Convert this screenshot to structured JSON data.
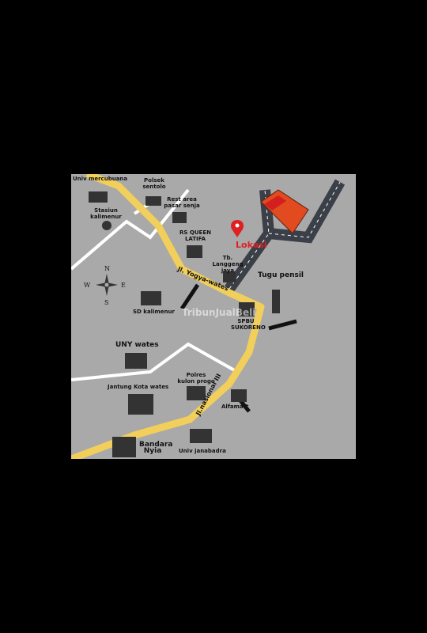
{
  "map": {
    "location_label": "Lokasi",
    "watermark": "TribunJualBeli",
    "compass": {
      "n": "N",
      "s": "S",
      "e": "E",
      "w": "W"
    },
    "roads": {
      "yogya_wates": "Jl. Yogya-wates",
      "nasional_iii": "Jl.nasional III"
    },
    "places": [
      {
        "key": "univ_mercubuana",
        "label": "Univ mercubuana"
      },
      {
        "key": "polsek_sentolo",
        "label": "Polsek sentolo"
      },
      {
        "key": "rest_area",
        "label": "Rest area pasar senja"
      },
      {
        "key": "stasiun",
        "label": "Stasiun kalimenur"
      },
      {
        "key": "rs_queen",
        "label": "RS QUEEN LATIFA"
      },
      {
        "key": "langgeng",
        "label": "Tb. Langgeng jaya"
      },
      {
        "key": "tugu",
        "label": "Tugu pensil"
      },
      {
        "key": "sd",
        "label": "SD kalimenur"
      },
      {
        "key": "spbu",
        "label": "SPBU SUKORENO"
      },
      {
        "key": "uny",
        "label": "UNY wates"
      },
      {
        "key": "polres",
        "label": "Polres kulon progo"
      },
      {
        "key": "jantung",
        "label": "Jantung Kota wates"
      },
      {
        "key": "alfamart",
        "label": "Alfamart"
      },
      {
        "key": "bandara",
        "label": "Bandara Nyia"
      },
      {
        "key": "janabadra",
        "label": "Univ janabadra"
      }
    ],
    "colors": {
      "background": "#a9a9a9",
      "main_road": "#f2cf5b",
      "side_road": "#ffffff",
      "highway": "#3b3f47",
      "parcel": "#e24a1f",
      "pin": "#e02020"
    }
  }
}
